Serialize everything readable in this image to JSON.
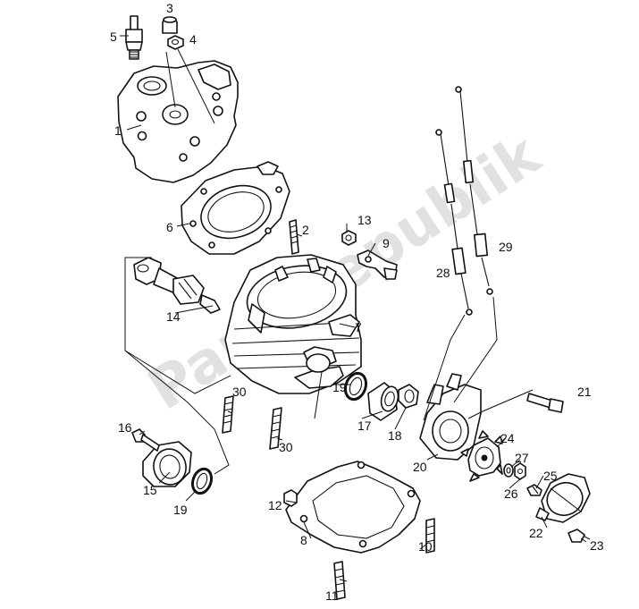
{
  "watermark": "PartsRepublik",
  "callouts": [
    "1",
    "2",
    "3",
    "4",
    "5",
    "6",
    "7",
    "8",
    "9",
    "10",
    "11",
    "12",
    "13",
    "14",
    "15",
    "16",
    "17",
    "18",
    "19",
    "19",
    "20",
    "21",
    "22",
    "23",
    "24",
    "25",
    "26",
    "27",
    "28",
    "29",
    "30",
    "30"
  ]
}
